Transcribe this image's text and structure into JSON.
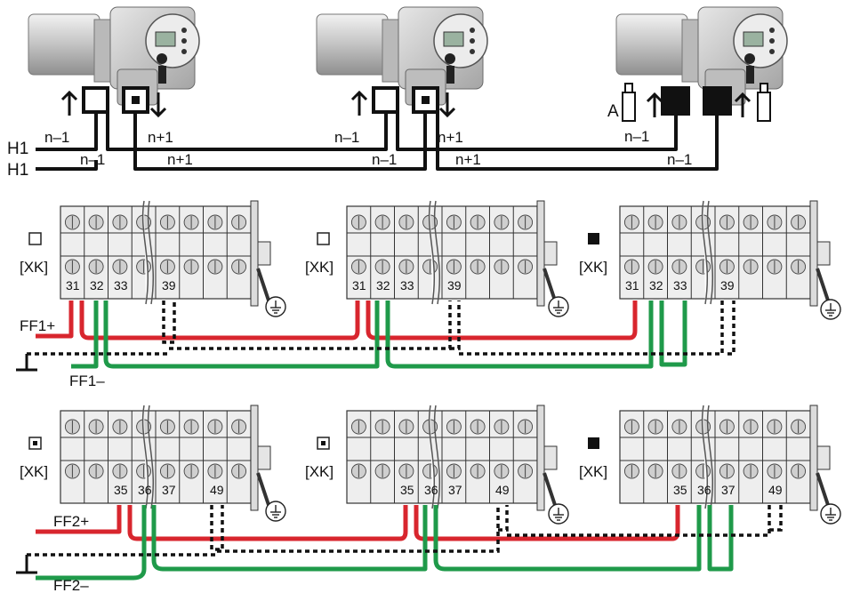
{
  "bus": {
    "h1_label": "H1",
    "n_minus": "n–1",
    "n_plus": "n+1",
    "adapter_label": "A"
  },
  "terminal_label": "[XK]",
  "ground_symbol": "⏚",
  "ff_labels": {
    "ff1_plus": "FF1+",
    "ff1_minus": "FF1–",
    "ff2_plus": "FF2+",
    "ff2_minus": "FF2–"
  },
  "row1_terminals": [
    "31",
    "32",
    "33",
    "39"
  ],
  "row2_terminals": [
    "35",
    "36",
    "37",
    "49"
  ],
  "colors": {
    "plus_wire": "#d8262e",
    "minus_wire": "#1f9a4a",
    "shield_wire": "#111111",
    "body_fill": "#d9d9d9"
  }
}
